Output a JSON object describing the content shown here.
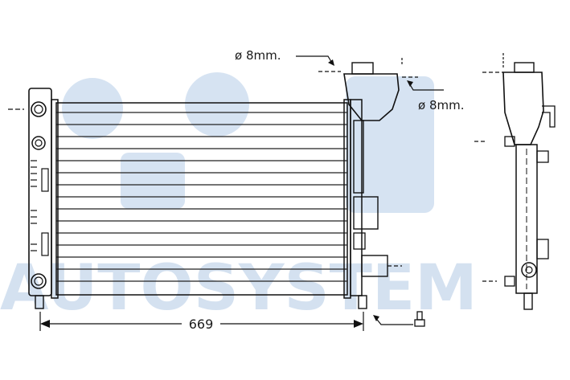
{
  "watermark": {
    "text": "AUTOSYSTEM"
  },
  "labels": {
    "top_port": "ø 8mm.",
    "side_port": "ø 8mm.",
    "width": "669"
  },
  "colors": {
    "line": "#111111",
    "watermark": "#d4e1f0",
    "background": "#ffffff"
  }
}
